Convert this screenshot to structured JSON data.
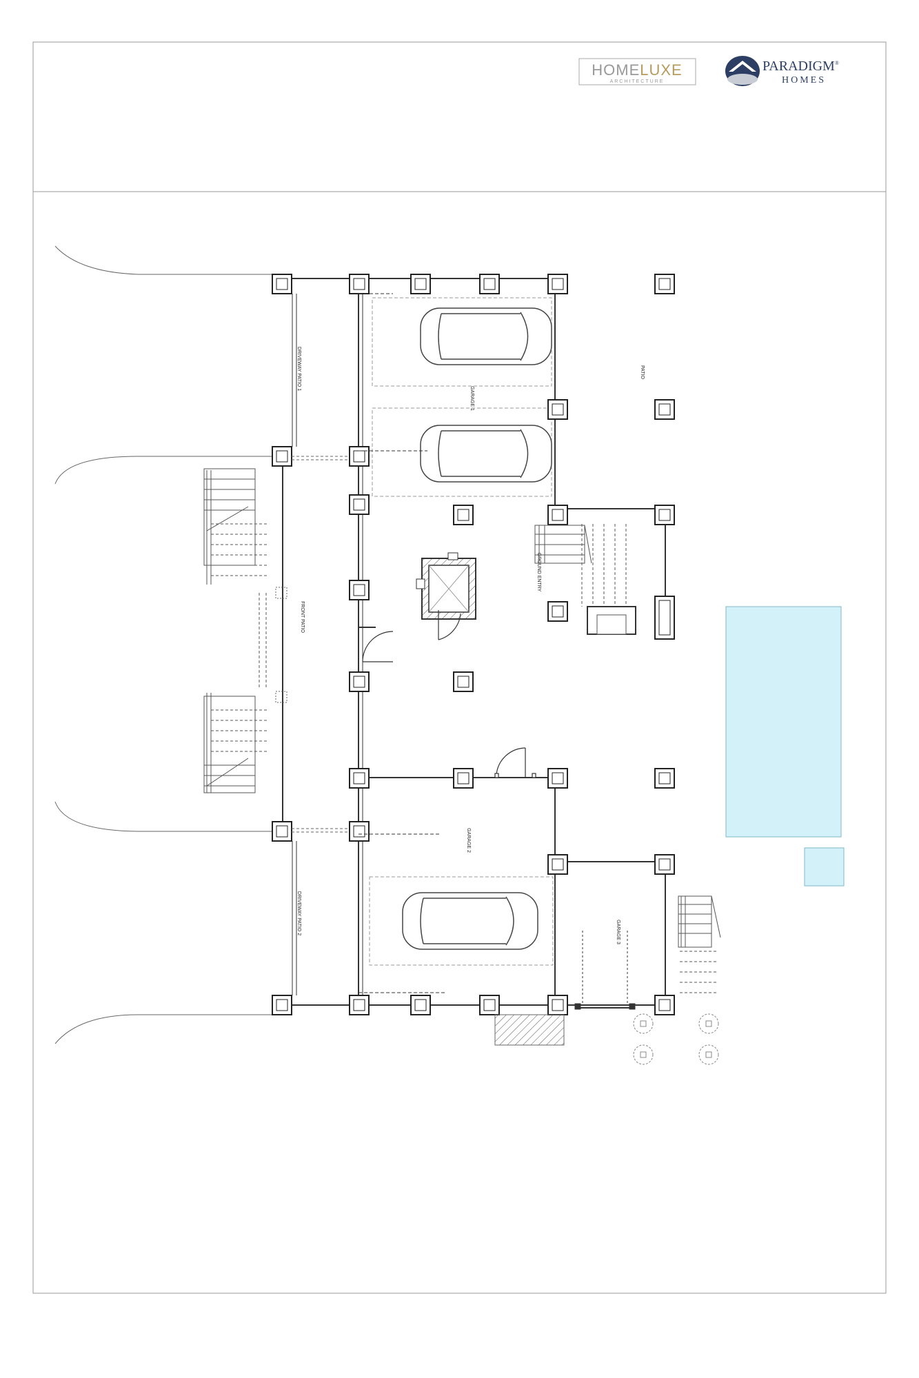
{
  "brands": {
    "homeluxe": {
      "word_a": "HOME",
      "word_b": "LUXE",
      "sub": "ARCHITECTURE"
    },
    "paradigm": {
      "word": "PARADIGM",
      "tm": "®",
      "sub": "HOMES",
      "color": "#2c3e63"
    }
  },
  "rooms": {
    "driveway_patio_1": "DRIVEWAY PATIO 1",
    "driveway_patio_2": "DRIVEWAY PATIO 2",
    "front_patio": "FRONT PATIO",
    "garage_1": "GARAGE 1",
    "garage_2": "GARAGE 2",
    "garage_3": "GARAGE 3",
    "patio": "PATIO",
    "ground_entry": "GROUND ENTRY"
  },
  "colors": {
    "line": "#333333",
    "pool_fill": "#d3f1f8",
    "pool_stroke": "#7fb8c8",
    "gold": "#b79b5c"
  }
}
